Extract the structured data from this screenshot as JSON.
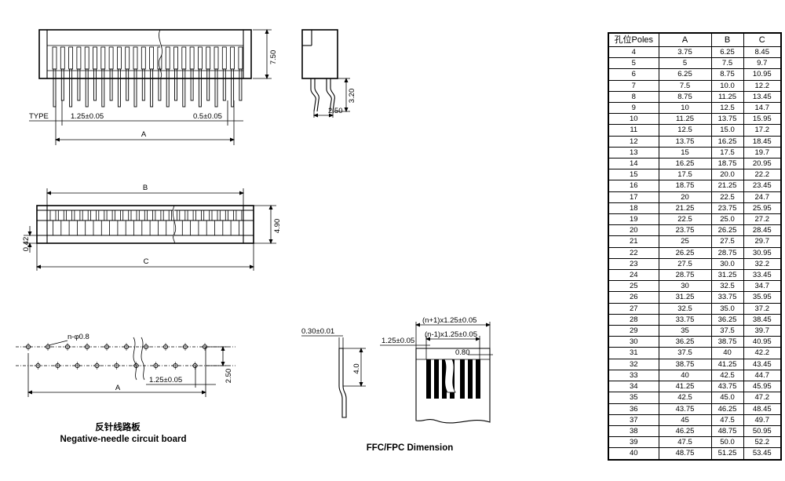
{
  "dims": {
    "top_height": "7.50",
    "side_height": "3.20",
    "side_width": "2.50",
    "type_label": "TYPE",
    "pitch": "1.25±0.05",
    "lead_width": "0.5±0.05",
    "label_a": "A",
    "label_b": "B",
    "label_c": "C",
    "front_height": "4.90",
    "front_offset": "0.42",
    "hole": "n-φ0.8",
    "row_gap": "2.50",
    "pcb_pitch": "1.25±0.05",
    "ffc_thickness": "0.30±0.01",
    "ffc_length": "4.0",
    "ffc_total": "(n+1)x1.25±0.05",
    "ffc_inner": "(n-1)x1.25±0.05",
    "ffc_pitch": "1.25±0.05",
    "ffc_cond": "0.80"
  },
  "captions": {
    "pcb_cn": "反针线路板",
    "pcb_en": "Negative-needle circuit board",
    "ffc": "FFC/FPC   Dimension"
  },
  "table": {
    "headers": [
      "孔位Poles",
      "A",
      "B",
      "C"
    ],
    "rows": [
      [
        "4",
        "3.75",
        "6.25",
        "8.45"
      ],
      [
        "5",
        "5",
        "7.5",
        "9.7"
      ],
      [
        "6",
        "6.25",
        "8.75",
        "10.95"
      ],
      [
        "7",
        "7.5",
        "10.0",
        "12.2"
      ],
      [
        "8",
        "8.75",
        "11.25",
        "13.45"
      ],
      [
        "9",
        "10",
        "12.5",
        "14.7"
      ],
      [
        "10",
        "11.25",
        "13.75",
        "15.95"
      ],
      [
        "11",
        "12.5",
        "15.0",
        "17.2"
      ],
      [
        "12",
        "13.75",
        "16.25",
        "18.45"
      ],
      [
        "13",
        "15",
        "17.5",
        "19.7"
      ],
      [
        "14",
        "16.25",
        "18.75",
        "20.95"
      ],
      [
        "15",
        "17.5",
        "20.0",
        "22.2"
      ],
      [
        "16",
        "18.75",
        "21.25",
        "23.45"
      ],
      [
        "17",
        "20",
        "22.5",
        "24.7"
      ],
      [
        "18",
        "21.25",
        "23.75",
        "25.95"
      ],
      [
        "19",
        "22.5",
        "25.0",
        "27.2"
      ],
      [
        "20",
        "23.75",
        "26.25",
        "28.45"
      ],
      [
        "21",
        "25",
        "27.5",
        "29.7"
      ],
      [
        "22",
        "26.25",
        "28.75",
        "30.95"
      ],
      [
        "23",
        "27.5",
        "30.0",
        "32.2"
      ],
      [
        "24",
        "28.75",
        "31.25",
        "33.45"
      ],
      [
        "25",
        "30",
        "32.5",
        "34.7"
      ],
      [
        "26",
        "31.25",
        "33.75",
        "35.95"
      ],
      [
        "27",
        "32.5",
        "35.0",
        "37.2"
      ],
      [
        "28",
        "33.75",
        "36.25",
        "38.45"
      ],
      [
        "29",
        "35",
        "37.5",
        "39.7"
      ],
      [
        "30",
        "36.25",
        "38.75",
        "40.95"
      ],
      [
        "31",
        "37.5",
        "40",
        "42.2"
      ],
      [
        "32",
        "38.75",
        "41.25",
        "43.45"
      ],
      [
        "33",
        "40",
        "42.5",
        "44.7"
      ],
      [
        "34",
        "41.25",
        "43.75",
        "45.95"
      ],
      [
        "35",
        "42.5",
        "45.0",
        "47.2"
      ],
      [
        "36",
        "43.75",
        "46.25",
        "48.45"
      ],
      [
        "37",
        "45",
        "47.5",
        "49.7"
      ],
      [
        "38",
        "46.25",
        "48.75",
        "50.95"
      ],
      [
        "39",
        "47.5",
        "50.0",
        "52.2"
      ],
      [
        "40",
        "48.75",
        "51.25",
        "53.45"
      ]
    ]
  }
}
